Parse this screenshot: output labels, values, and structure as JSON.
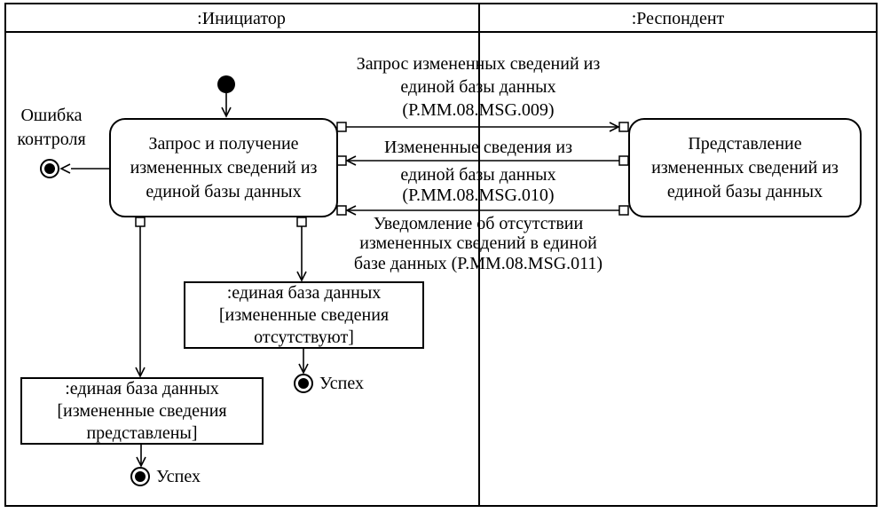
{
  "lanes": [
    {
      "label": ":Инициатор"
    },
    {
      "label": ":Респондент"
    }
  ],
  "actions": {
    "request": {
      "line1": "Запрос и получение",
      "line2": "измененных сведений из",
      "line3": "единой базы данных"
    },
    "provide": {
      "line1": "Представление",
      "line2": "измененных сведений из",
      "line3": "единой базы данных"
    }
  },
  "objects": {
    "absent": {
      "line1": ":единая база данных",
      "line2": "[измененные сведения",
      "line3": "отсутствуют]"
    },
    "present": {
      "line1": ":единая база данных",
      "line2": "[измененные сведения",
      "line3": "представлены]"
    }
  },
  "messages": {
    "m1": {
      "line1": "Запрос измененных сведений из",
      "line2": "единой базы данных",
      "line3": "(P.MM.08.MSG.009)",
      "direction": "initiator-to-respondent"
    },
    "m2": {
      "line1": "Измененные сведения из",
      "line2": "единой базы данных",
      "line3": "(P.MM.08.MSG.010)",
      "direction": "respondent-to-initiator"
    },
    "m3": {
      "line1": "Уведомление об отсутствии",
      "line2": "измененных сведений в единой",
      "line3": "базе данных (P.MM.08.MSG.011)",
      "direction": "respondent-to-initiator"
    }
  },
  "terminals": {
    "error_line1": "Ошибка",
    "error_line2": "контроля",
    "success_absent": "Успех",
    "success_present": "Успех"
  },
  "colors": {
    "stroke": "#000000",
    "background": "#ffffff"
  }
}
